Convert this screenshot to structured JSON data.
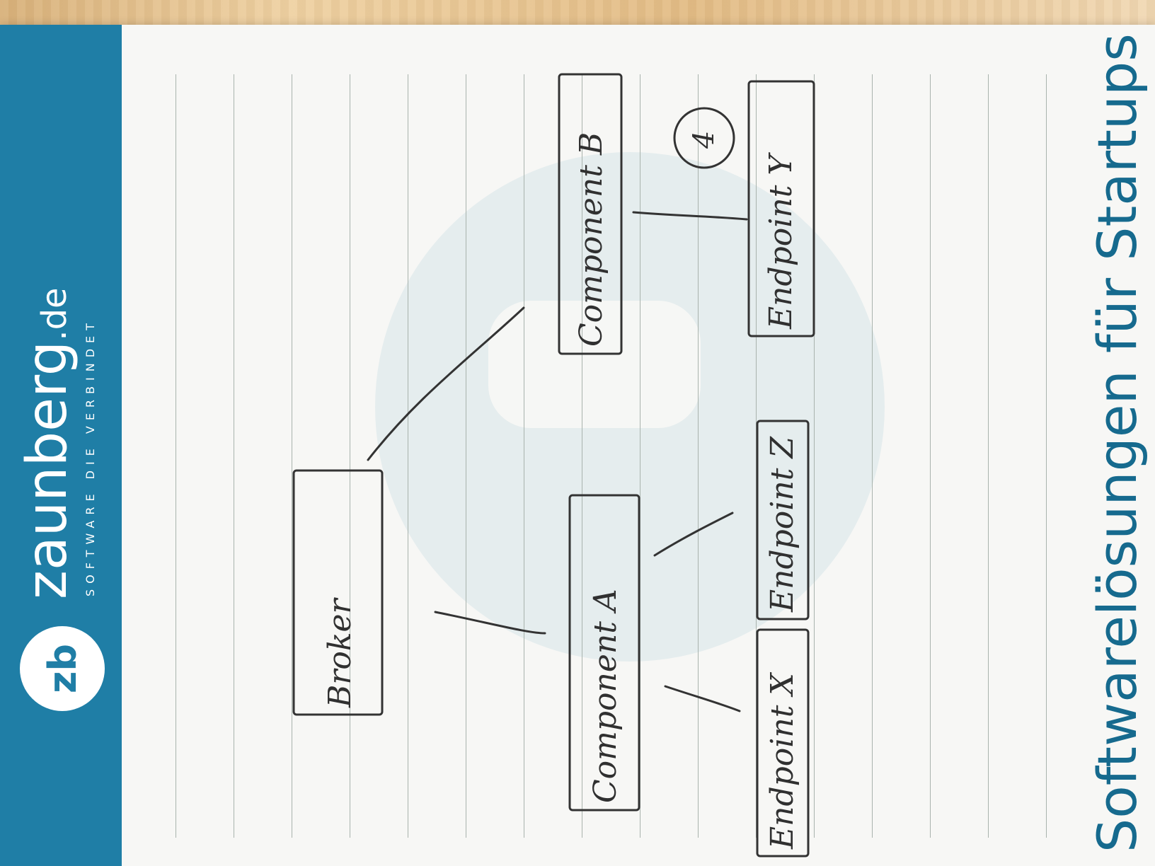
{
  "brand": {
    "logo_text": "zb",
    "name": "zaunberg",
    "tld": ".de",
    "tagline": "SOFTWARE DIE VERBINDET",
    "color": "#1f7ea6"
  },
  "slogan": "Softwarelösungen für Startups",
  "page_number": "4",
  "diagram": {
    "nodes": {
      "broker": "Broker",
      "component_a": "Component A",
      "component_b": "Component B",
      "endpoint_x": "Endpoint X",
      "endpoint_z": "Endpoint Z",
      "endpoint_y": "Endpoint Y"
    }
  }
}
